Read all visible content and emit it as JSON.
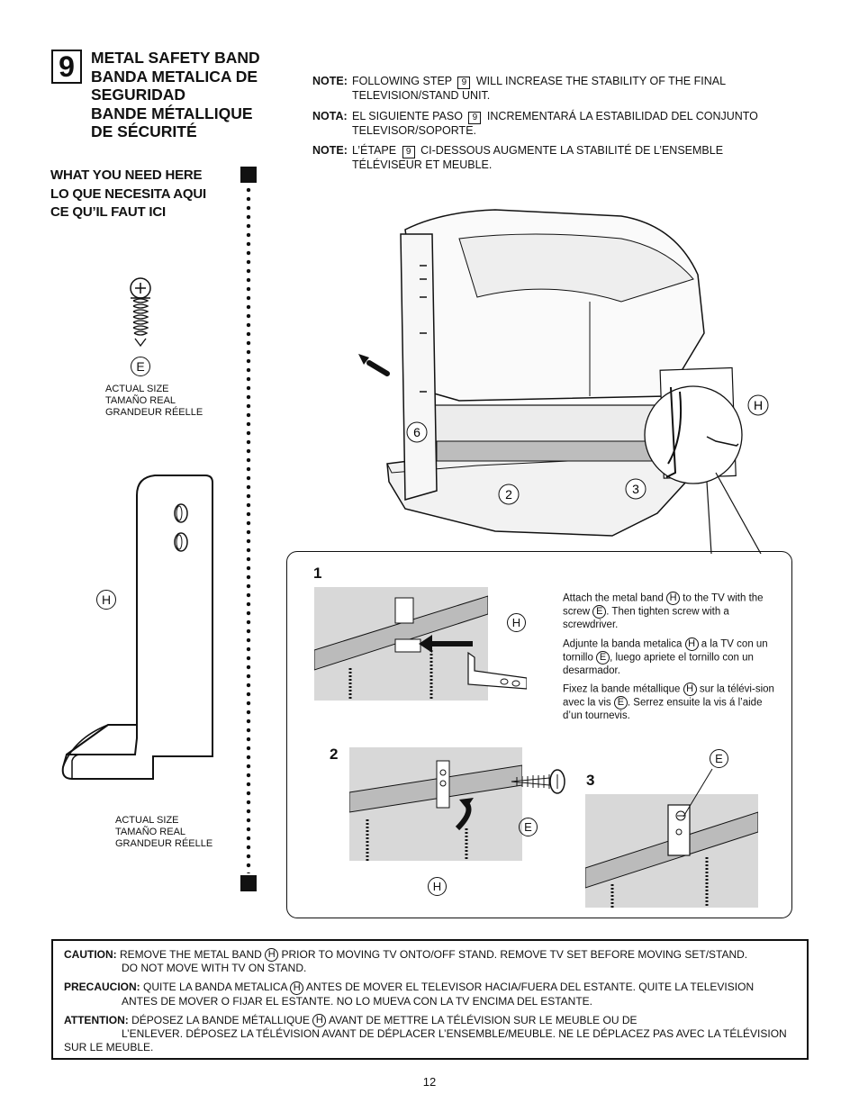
{
  "step": {
    "number": "9",
    "title_lines": [
      "METAL SAFETY BAND",
      "BANDA METALICA DE",
      "SEGURIDAD",
      "BANDE MÉTALLIQUE",
      "DE SÉCURITÉ"
    ]
  },
  "need": {
    "lines": [
      "WHAT YOU NEED HERE",
      "LO QUE NECESITA AQUI",
      "CE QU’IL FAUT ICI"
    ]
  },
  "parts": {
    "screw_label": "E",
    "band_label": "H",
    "actual_size": [
      "ACTUAL SIZE",
      "TAMAÑO REAL",
      "GRANDEUR RÉELLE"
    ]
  },
  "notes": [
    {
      "label": "NOTE:",
      "before": "FOLLOWING STEP",
      "step": "9",
      "after": "WILL INCREASE THE STABILITY OF THE FINAL",
      "line2": "TELEVISION/STAND UNIT."
    },
    {
      "label": "NOTA:",
      "before": "EL SIGUIENTE PASO",
      "step": "9",
      "after": "INCREMENTARÁ LA ESTABILIDAD DEL CONJUNTO",
      "line2": "TELEVISOR/SOPORTE."
    },
    {
      "label": "NOTE:",
      "before": "L’ÉTAPE",
      "step": "9",
      "after": "CI-DESSOUS AUGMENTE LA STABILITÉ DE L’ENSEMBLE",
      "line2": "TÉLÉVISEUR ET MEUBLE."
    }
  ],
  "main_illustration": {
    "callouts": [
      "6",
      "2",
      "3",
      "H"
    ]
  },
  "detail": {
    "steps": [
      "1",
      "2",
      "3"
    ],
    "callouts": {
      "step1_h": "H",
      "step2_e": "E",
      "step2_h": "H",
      "step3_e": "E"
    },
    "instructions": {
      "en": {
        "a": "Attach the metal band",
        "h": "H",
        "b": "to the TV with the screw",
        "e": "E",
        "c": ". Then tighten screw with a screwdriver."
      },
      "es": {
        "a": "Adjunte la banda metalica",
        "h": "H",
        "b": "a la TV con un tornillo",
        "e": "E",
        "c": ", luego apriete el tornillo con un desarmador."
      },
      "fr": {
        "a": "Fixez la bande métallique",
        "h": "H",
        "b": "sur la télévi-sion avec la vis",
        "e": "E",
        "c": ". Serrez ensuite la vis á l’aide d’un tournevis."
      }
    }
  },
  "caution": [
    {
      "label": "CAUTION:",
      "a": "REMOVE THE METAL BAND",
      "h": "H",
      "b": "PRIOR TO MOVING TV ONTO/OFF STAND. REMOVE TV SET BEFORE MOVING SET/STAND.",
      "c": "DO NOT MOVE WITH TV ON STAND."
    },
    {
      "label": "PRECAUCION:",
      "a": "QUITE LA BANDA METALICA",
      "h": "H",
      "b": "ANTES DE MOVER EL TELEVISOR HACIA/FUERA DEL ESTANTE. QUITE LA TELEVISION",
      "c": "ANTES DE MOVER O FIJAR EL ESTANTE. NO LO MUEVA CON LA TV ENCIMA DEL ESTANTE."
    },
    {
      "label": "ATTENTION:",
      "a": "DÉPOSEZ LA BANDE MÉTALLIQUE",
      "h": "H",
      "b": "AVANT DE METTRE LA TÉLÉVISION SUR LE MEUBLE OU DE",
      "c": "L’ENLEVER. DÉPOSEZ LA TÉLÉVISION AVANT DE DÉPLACER L’ENSEMBLE/MEUBLE. NE LE DÉPLACEZ PAS AVEC LA TÉLÉVISION SUR LE MEUBLE."
    }
  ],
  "page_number": "12"
}
